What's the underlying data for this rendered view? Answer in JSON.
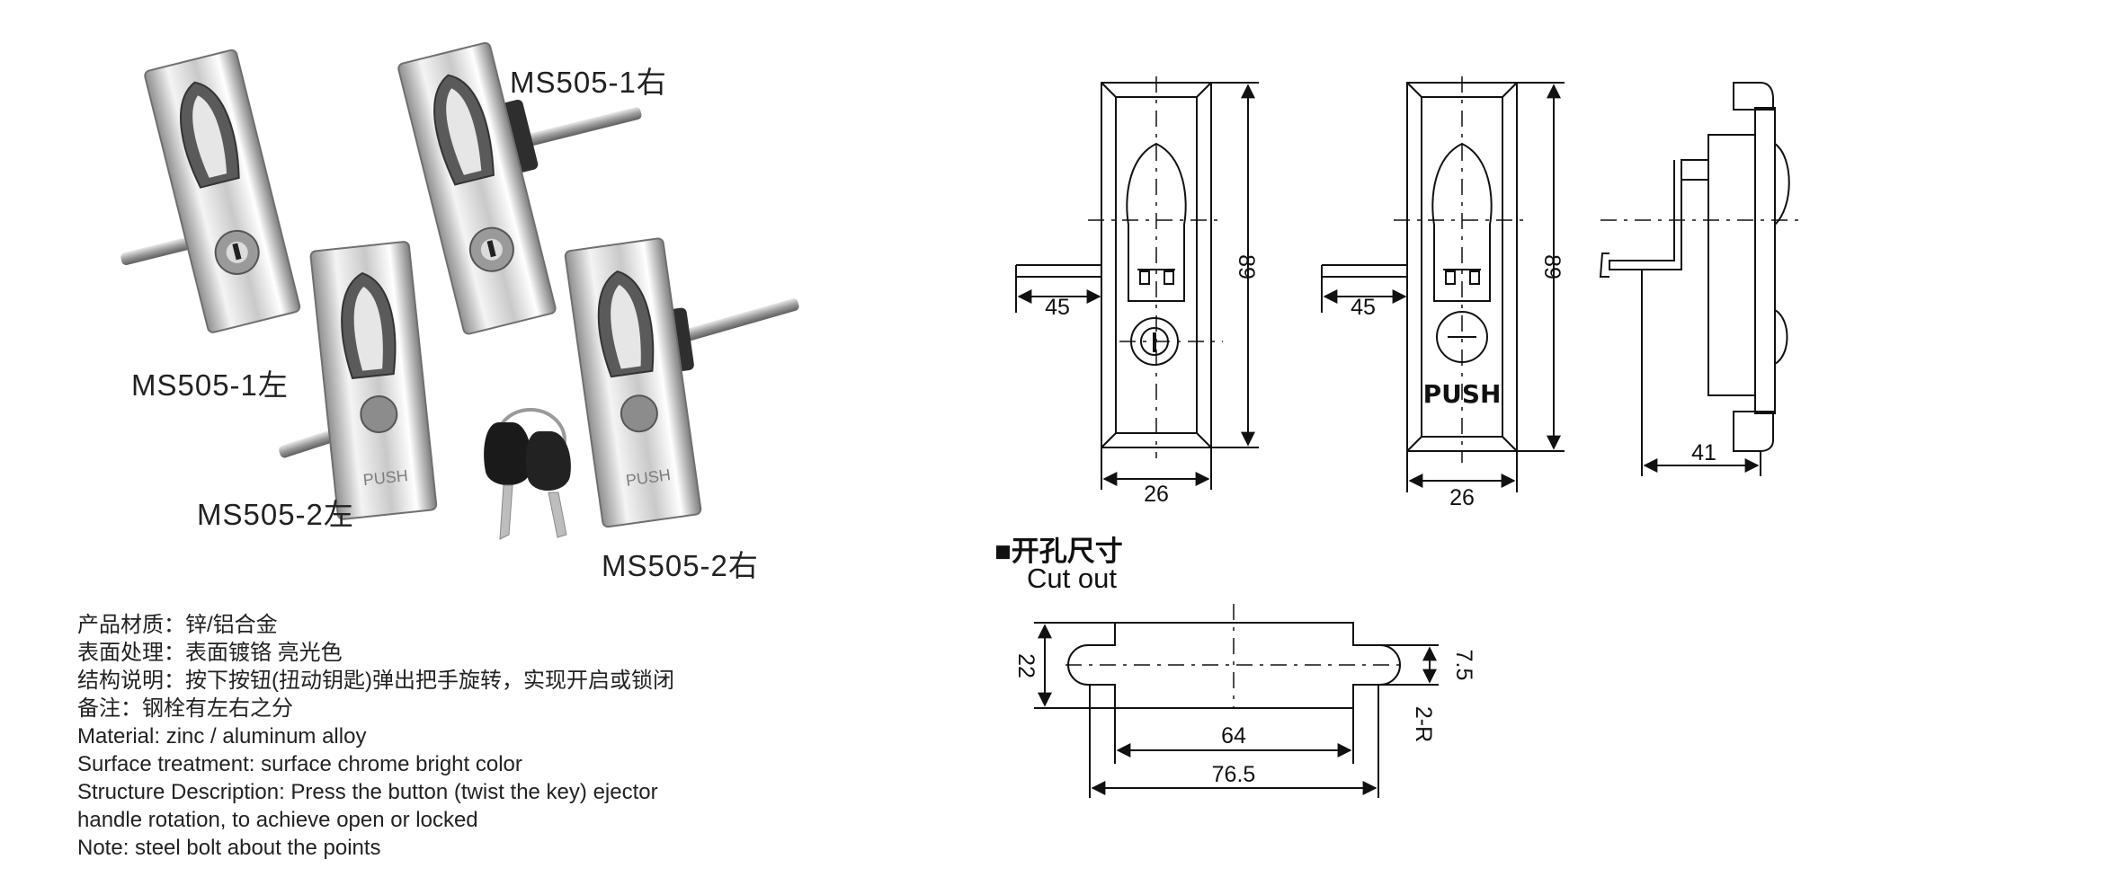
{
  "product_labels": {
    "ms505_1_right": "MS505-1右",
    "ms505_1_left": "MS505-1左",
    "ms505_2_left": "MS505-2左",
    "ms505_2_right": "MS505-2右"
  },
  "handle_engraving": "PUSH",
  "specs": [
    "产品材质：锌/铝合金",
    "表面处理：表面镀铬 亮光色",
    "结构说明：按下按钮(扭动钥匙)弹出把手旋转，实现开启或锁闭",
    "备注：钢栓有左右之分",
    "Material: zinc / aluminum alloy",
    "Surface treatment: surface chrome bright color",
    "Structure Description: Press the button (twist the key) ejector",
    "handle rotation, to achieve open or locked",
    "Note: steel bolt about the points"
  ],
  "drawing": {
    "front_key": {
      "bolt": "45",
      "height": "89",
      "width": "26"
    },
    "front_push": {
      "bolt": "45",
      "height": "89",
      "width": "26",
      "push_text": "PUSH"
    },
    "side": {
      "depth": "41"
    },
    "cutout": {
      "title": "■开孔尺寸",
      "subtitle": "Cut out",
      "height": "22",
      "inner_width": "64",
      "outer_width": "76.5",
      "slot": "7.5",
      "radius": "2-R"
    }
  }
}
